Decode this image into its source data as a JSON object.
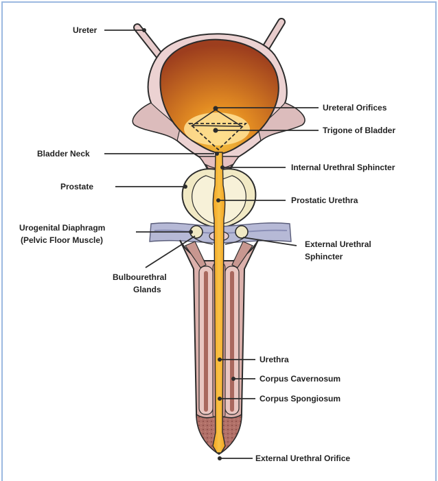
{
  "labels": {
    "ureter": "Ureter",
    "ureteral_orifices": "Ureteral Orifices",
    "trigone": "Trigone of Bladder",
    "bladder_neck": "Bladder Neck",
    "internal_sphincter": "Internal Urethral Sphincter",
    "prostate": "Prostate",
    "prostatic_urethra": "Prostatic Urethra",
    "urogenital_diaphragm_1": "Urogenital Diaphragm",
    "urogenital_diaphragm_2": "(Pelvic Floor Muscle)",
    "external_sphincter_1": "External Urethral",
    "external_sphincter_2": "Sphincter",
    "bulbourethral_1": "Bulbourethral",
    "bulbourethral_2": "Glands",
    "urethra": "Urethra",
    "corpus_cavernosum": "Corpus Cavernosum",
    "corpus_spongiosum": "Corpus Spongiosum",
    "external_orifice": "External Urethral Orifice"
  },
  "colors": {
    "frame": "#9bb8e0",
    "bladder_wall": "#ecd2d2",
    "bladder_interior": "#a84a22",
    "urine_orange": "#e98a1a",
    "prostate": "#f1e9c4",
    "diaphragm": "#b6b9d6",
    "penile_tissue": "#dcb1ac",
    "cavernosum_dark": "#a9685e",
    "outline": "#2b2b2b"
  }
}
